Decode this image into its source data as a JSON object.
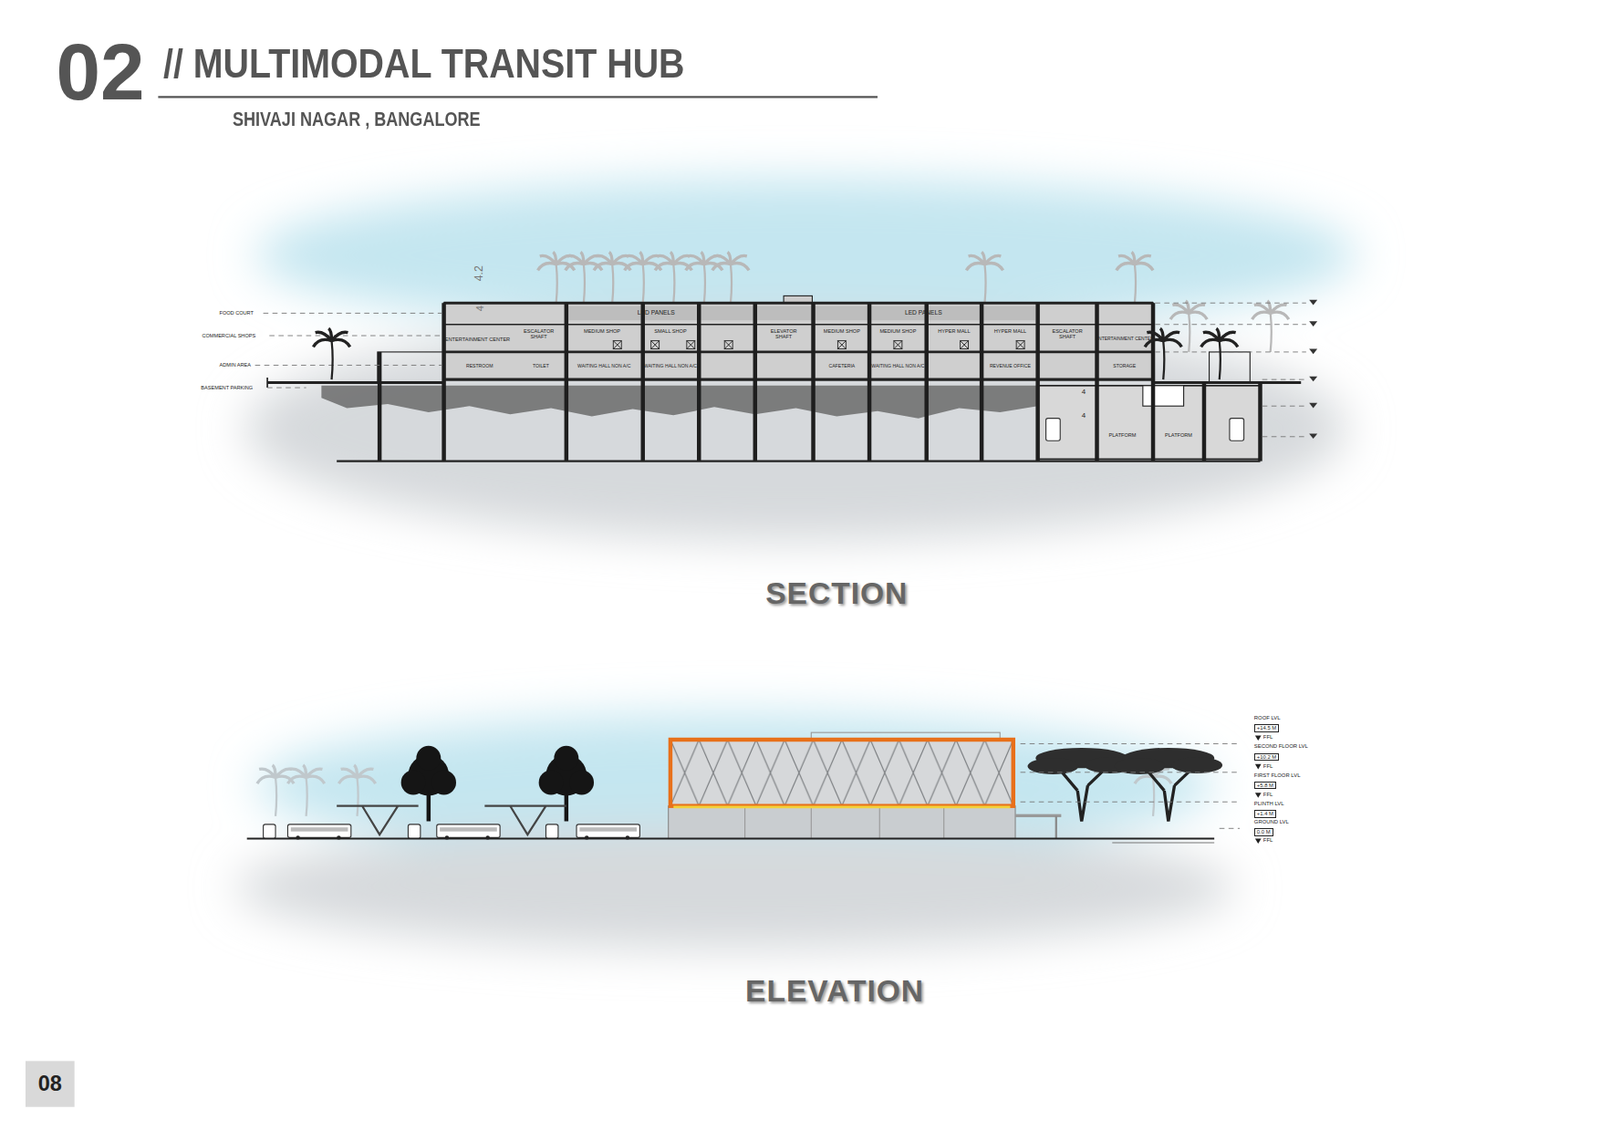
{
  "diagram": {
    "title": "// MULTIMODAL TRANSIT HUB",
    "labels": [
      "02",
      "SHIVAJI NAGAR , BANGALORE",
      "SECTION",
      "ELEVATION",
      "08",
      "FOOD COURT",
      "COMMERCIAL SHOPS",
      "ADMIN AREA",
      "BASEMENT PARKING",
      "4.2",
      "4",
      "LED PANELS",
      "LED PANELS",
      "ENTERTAINMENT CENTER",
      "ESCALATOR SHAFT",
      "MEDIUM SHOP",
      "SMALL SHOP",
      "ELEVATOR SHAFT",
      "MEDIUM SHOP",
      "MEDIUM SHOP",
      "HYPER MALL",
      "HYPER MALL",
      "ESCALATOR SHAFT",
      "ENTERTAINMENT CENTER",
      "RESTROOM",
      "TOILET",
      "WAITING HALL NON A/C",
      "WAITING HALL NON A/C",
      "CAFETERIA",
      "WAITING HALL NON A/C",
      "REVENUE OFFICE",
      "STORAGE",
      "4",
      "4",
      "PLATFORM",
      "PLATFORM",
      "ROOF LVL",
      "+14.5 M",
      "FFL",
      "SECOND FLOOR LVL",
      "+10.2 M",
      "FFL",
      "FIRST FLOOR LVL",
      "+5.8 M",
      "FFL",
      "PLINTH LVL",
      "+1.4 M",
      "GROUND LVL",
      "0.0 M",
      "FFL"
    ]
  }
}
